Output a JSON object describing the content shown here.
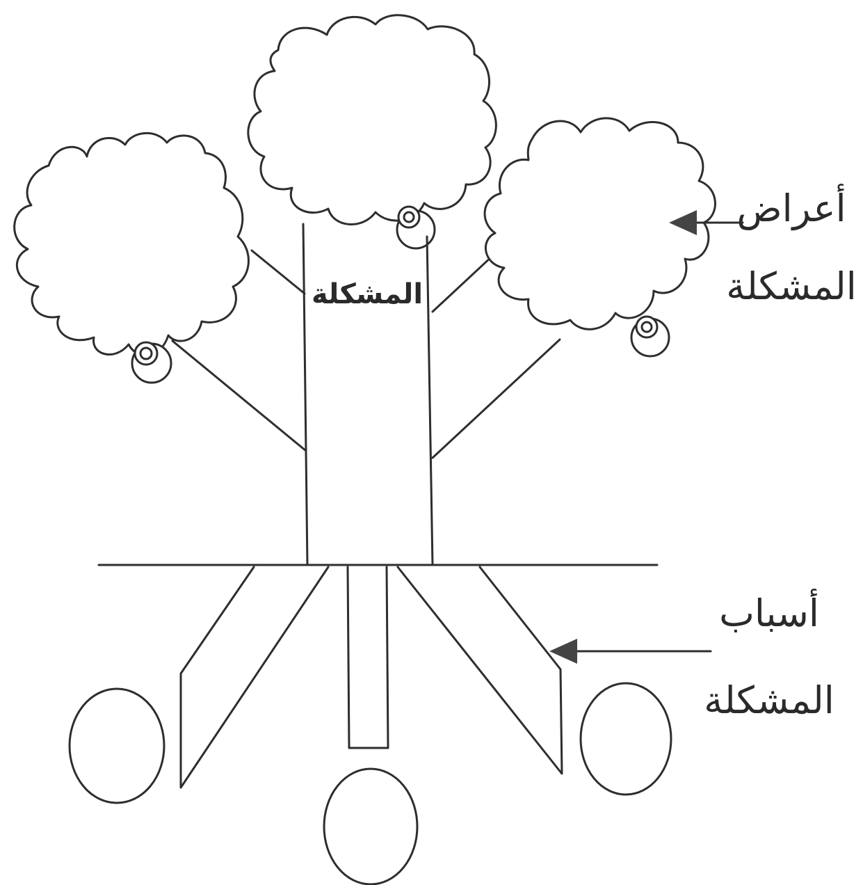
{
  "diagram": {
    "trunk_label": "المشكلة",
    "symptoms_label": {
      "line1": "أعراض",
      "line2": "المشكلة"
    },
    "causes_label": {
      "line1": "أسباب",
      "line2": "المشكلة"
    }
  },
  "colors": {
    "stroke": "#2e2e2e",
    "arrow": "#444444",
    "background": "#ffffff"
  }
}
